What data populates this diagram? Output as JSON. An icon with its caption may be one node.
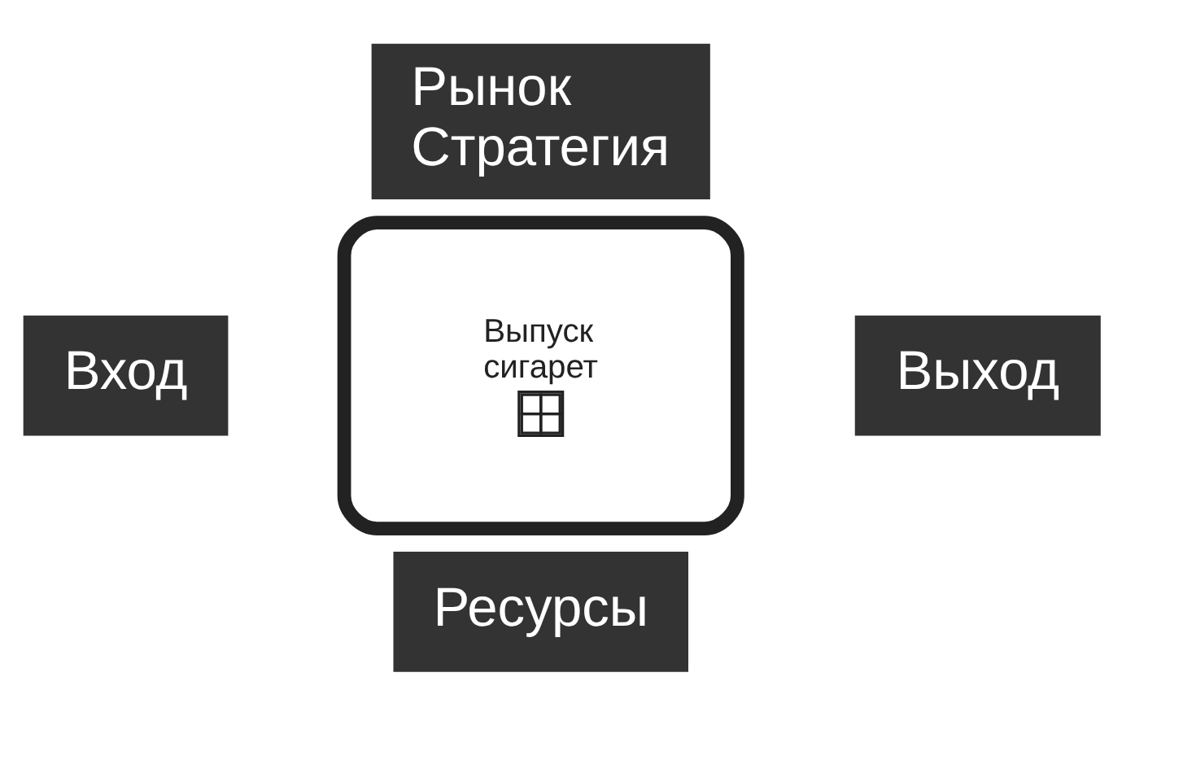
{
  "diagram": {
    "nodes": [
      {
        "text": [
          "Рынок Стратегия"
        ]
      },
      {
        "text": [
          "Вход"
        ]
      },
      {
        "text": [
          "Выпуск сигарет"
        ]
      },
      {
        "text": [
          "Выход"
        ]
      },
      {
        "text": [
          "Ресурсы"
        ]
      }
    ]
  }
}
